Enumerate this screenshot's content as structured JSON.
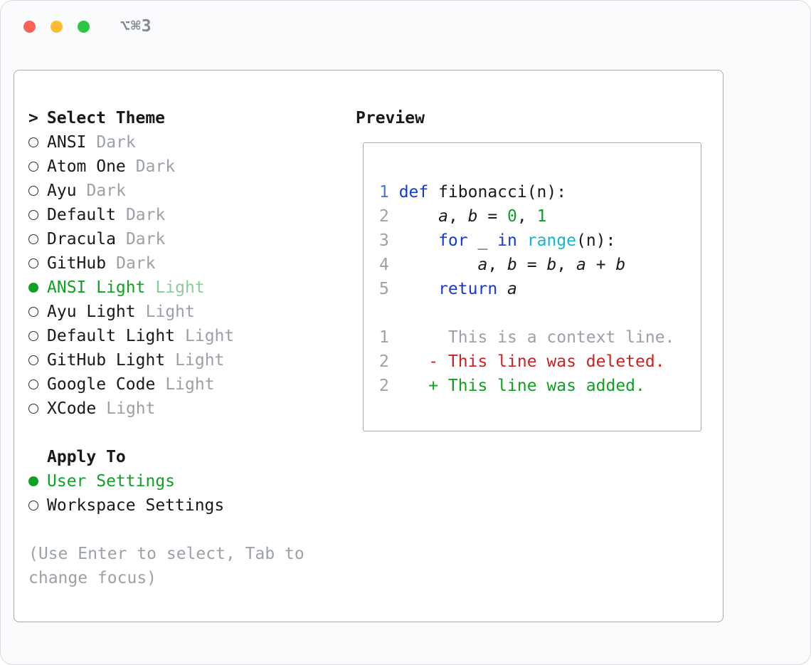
{
  "window": {
    "shortcut": "⌥⌘3"
  },
  "colors": {
    "fg": "#17191d",
    "gray": "#9ba1a8",
    "blue": "#1539d2",
    "lightblue": "#4478e0",
    "cyan": "#11b7cf",
    "green": "#0ea122",
    "red": "#d01f1f",
    "suffix_selected": "#8ccd97",
    "border": "#a6abb2",
    "traffic_red": "#ff5f57",
    "traffic_yellow": "#febc2e",
    "traffic_green": "#28c840",
    "shortcut_gray": "#85898f"
  },
  "theme_picker": {
    "prompt_char": ">",
    "title": "Select Theme",
    "items": [
      {
        "label": "ANSI",
        "variant": "Dark",
        "selected": false
      },
      {
        "label": "Atom One",
        "variant": "Dark",
        "selected": false
      },
      {
        "label": "Ayu",
        "variant": "Dark",
        "selected": false
      },
      {
        "label": "Default",
        "variant": "Dark",
        "selected": false
      },
      {
        "label": "Dracula",
        "variant": "Dark",
        "selected": false
      },
      {
        "label": "GitHub",
        "variant": "Dark",
        "selected": false
      },
      {
        "label": "ANSI Light",
        "variant": "Light",
        "selected": true
      },
      {
        "label": "Ayu Light",
        "variant": "Light",
        "selected": false
      },
      {
        "label": "Default Light",
        "variant": "Light",
        "selected": false
      },
      {
        "label": "GitHub Light",
        "variant": "Light",
        "selected": false
      },
      {
        "label": "Google Code",
        "variant": "Light",
        "selected": false
      },
      {
        "label": "XCode",
        "variant": "Light",
        "selected": false
      }
    ],
    "apply_to": {
      "title": "Apply To",
      "options": [
        {
          "label": "User Settings",
          "selected": true
        },
        {
          "label": "Workspace Settings",
          "selected": false
        }
      ]
    },
    "hint": "(Use Enter to select, Tab to change focus)"
  },
  "preview": {
    "title": "Preview",
    "code_lines": [
      {
        "num": "1",
        "num_color": "lightblue",
        "tokens": [
          {
            "text": "def",
            "color": "blue"
          },
          {
            "text": " fibonacci(n):",
            "color": "fg"
          }
        ]
      },
      {
        "num": "2",
        "num_color": "gray",
        "tokens": [
          {
            "text": "    ",
            "color": "fg"
          },
          {
            "text": "a",
            "color": "fg",
            "italic": true
          },
          {
            "text": ", ",
            "color": "fg"
          },
          {
            "text": "b",
            "color": "fg",
            "italic": true
          },
          {
            "text": " = ",
            "color": "fg"
          },
          {
            "text": "0",
            "color": "green"
          },
          {
            "text": ", ",
            "color": "fg"
          },
          {
            "text": "1",
            "color": "green"
          }
        ]
      },
      {
        "num": "3",
        "num_color": "gray",
        "tokens": [
          {
            "text": "    ",
            "color": "fg"
          },
          {
            "text": "for",
            "color": "blue"
          },
          {
            "text": " _ ",
            "color": "fg"
          },
          {
            "text": "in",
            "color": "blue"
          },
          {
            "text": " ",
            "color": "fg"
          },
          {
            "text": "range",
            "color": "cyan"
          },
          {
            "text": "(n):",
            "color": "fg"
          }
        ]
      },
      {
        "num": "4",
        "num_color": "gray",
        "tokens": [
          {
            "text": "        ",
            "color": "fg"
          },
          {
            "text": "a",
            "color": "fg",
            "italic": true
          },
          {
            "text": ", ",
            "color": "fg"
          },
          {
            "text": "b",
            "color": "fg",
            "italic": true
          },
          {
            "text": " = ",
            "color": "fg"
          },
          {
            "text": "b",
            "color": "fg",
            "italic": true
          },
          {
            "text": ", ",
            "color": "fg"
          },
          {
            "text": "a",
            "color": "fg",
            "italic": true
          },
          {
            "text": " + ",
            "color": "fg"
          },
          {
            "text": "b",
            "color": "fg",
            "italic": true
          }
        ]
      },
      {
        "num": "5",
        "num_color": "gray",
        "tokens": [
          {
            "text": "    ",
            "color": "fg"
          },
          {
            "text": "return",
            "color": "blue"
          },
          {
            "text": " ",
            "color": "fg"
          },
          {
            "text": "a",
            "color": "fg",
            "italic": true
          }
        ]
      }
    ],
    "diff_lines": [
      {
        "num": "1",
        "num_color": "gray",
        "tokens": [
          {
            "text": "     This is a context line.",
            "color": "gray"
          }
        ]
      },
      {
        "num": "2",
        "num_color": "gray",
        "tokens": [
          {
            "text": "   - This line was deleted.",
            "color": "red"
          }
        ]
      },
      {
        "num": "2",
        "num_color": "gray",
        "tokens": [
          {
            "text": "   + This line was added.",
            "color": "green"
          }
        ]
      }
    ]
  }
}
